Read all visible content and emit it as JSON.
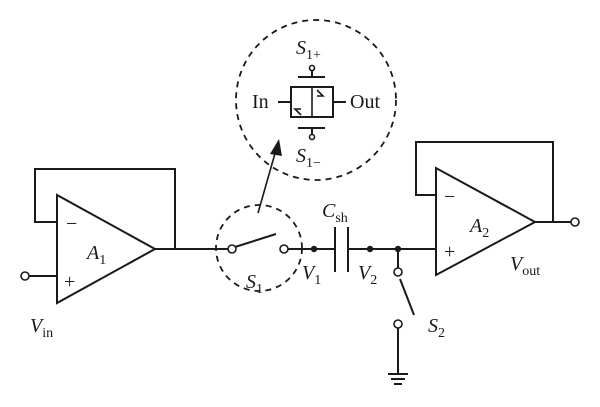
{
  "amplifier_1": {
    "label_main": "A",
    "label_sub": "1",
    "minus": "−",
    "plus": "+"
  },
  "amplifier_2": {
    "label_main": "A",
    "label_sub": "2",
    "minus": "−",
    "plus": "+"
  },
  "input": {
    "label_main": "V",
    "label_sub": "in"
  },
  "output": {
    "label_main": "V",
    "label_sub": "out"
  },
  "switch_1": {
    "label_main": "S",
    "label_sub": "1"
  },
  "switch_2": {
    "label_main": "S",
    "label_sub": "2"
  },
  "capacitor": {
    "label_main": "C",
    "label_sub": "sh"
  },
  "node_1": {
    "label_main": "V",
    "label_sub": "1"
  },
  "node_2": {
    "label_main": "V",
    "label_sub": "2"
  },
  "transmission_gate": {
    "in_label": "In",
    "out_label": "Out",
    "control_plus": {
      "main": "S",
      "sub": "1+"
    },
    "control_minus": {
      "main": "S",
      "sub": "1−"
    }
  }
}
